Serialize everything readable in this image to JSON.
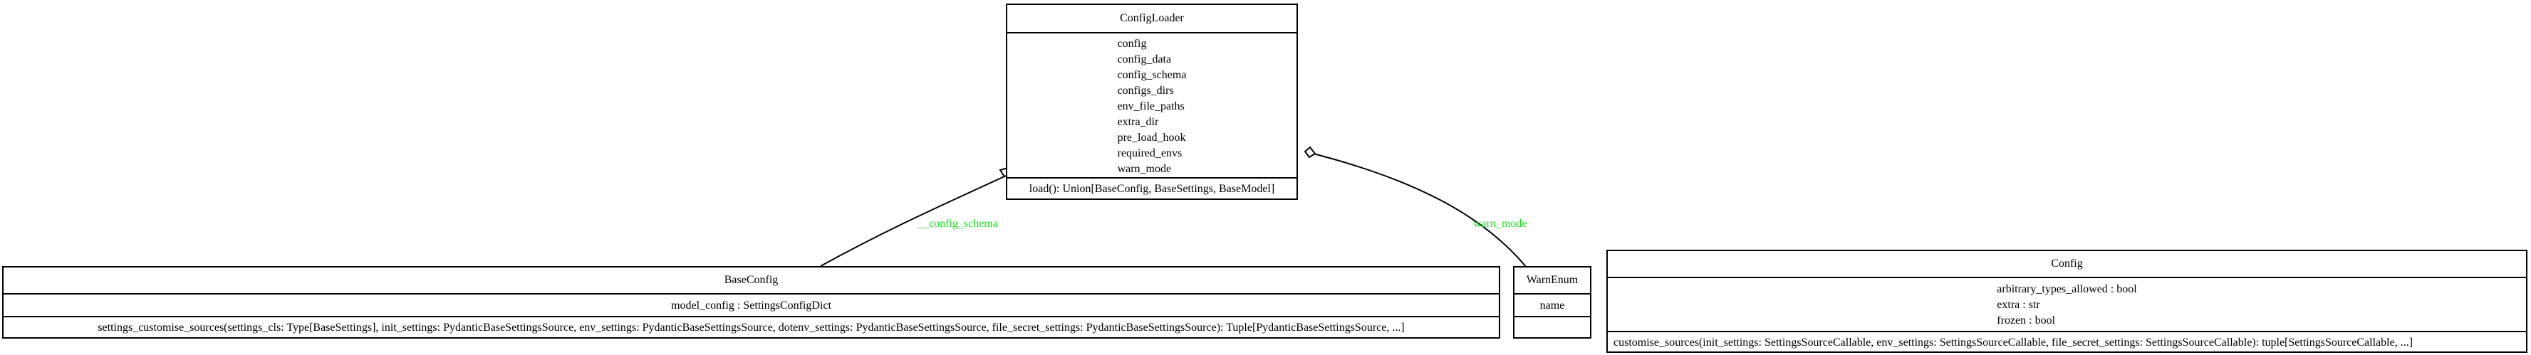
{
  "classes": {
    "config_loader": {
      "name": "ConfigLoader",
      "attributes": [
        "config",
        "config_data",
        "config_schema",
        "configs_dirs",
        "env_file_paths",
        "extra_dir",
        "pre_load_hook",
        "required_envs",
        "warn_mode"
      ],
      "methods": [
        "load(): Union[BaseConfig, BaseSettings, BaseModel]"
      ]
    },
    "base_config": {
      "name": "BaseConfig",
      "attributes": [
        "model_config : SettingsConfigDict"
      ],
      "methods": [
        "settings_customise_sources(settings_cls: Type[BaseSettings], init_settings: PydanticBaseSettingsSource, env_settings: PydanticBaseSettingsSource, dotenv_settings: PydanticBaseSettingsSource, file_secret_settings: PydanticBaseSettingsSource): Tuple[PydanticBaseSettingsSource, ...]"
      ]
    },
    "warn_enum": {
      "name": "WarnEnum",
      "attributes": [
        "name"
      ],
      "methods": []
    },
    "config": {
      "name": "Config",
      "attributes": [
        "arbitrary_types_allowed : bool",
        "extra : str",
        "frozen : bool"
      ],
      "methods": [
        "customise_sources(init_settings: SettingsSourceCallable, env_settings: SettingsSourceCallable, file_secret_settings: SettingsSourceCallable): tuple[SettingsSourceCallable, ...]"
      ]
    }
  },
  "relations": {
    "config_schema": "__config_schema",
    "warn_mode": "warn_mode"
  },
  "colors": {
    "edge_label": "#22dd22",
    "line": "#000000"
  }
}
